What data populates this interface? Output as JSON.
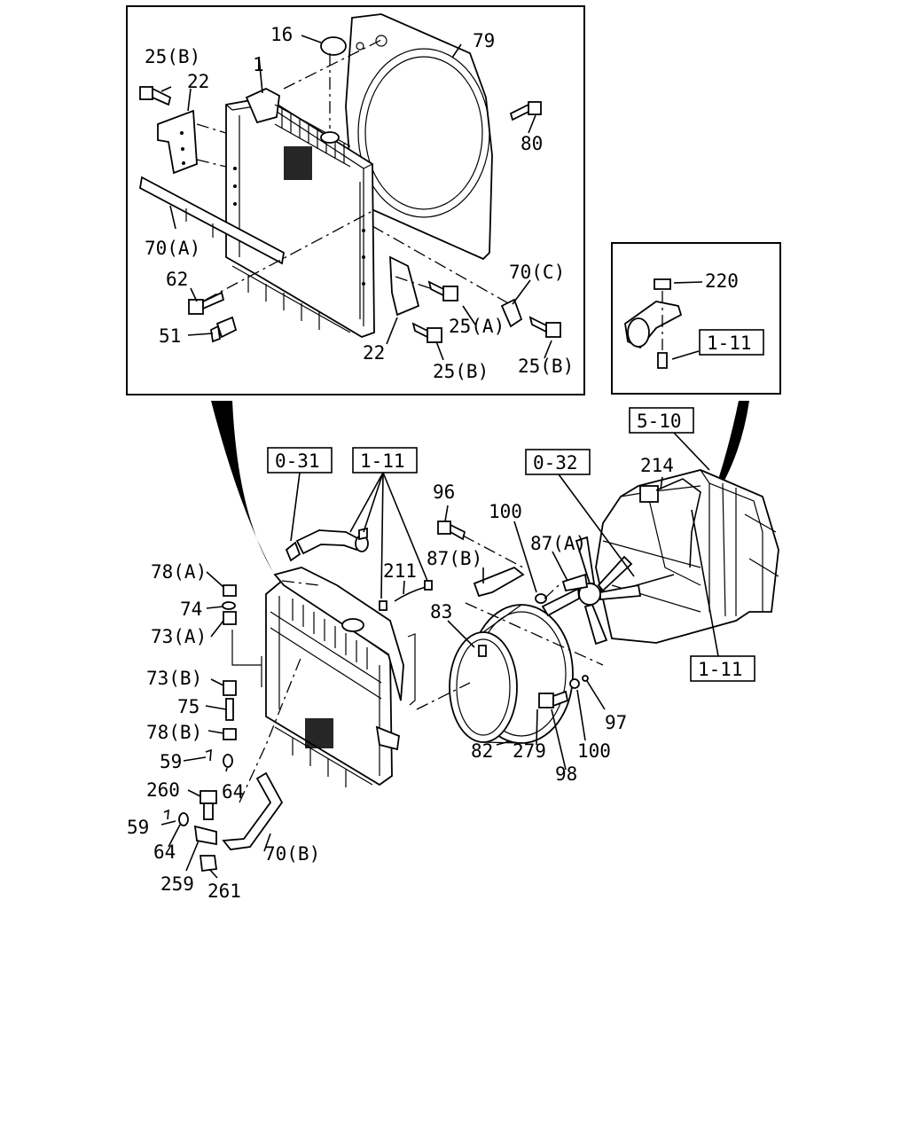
{
  "diagram": {
    "inset_top": {
      "labels": {
        "p16": "16",
        "p79": "79",
        "p25b_top": "25(B)",
        "p22_top": "22",
        "p1": "1",
        "p80": "80",
        "p70a": "70(A)",
        "p62": "62",
        "p70c": "70(C)",
        "p51": "51",
        "p25a": "25(A)",
        "p22_bottom": "22",
        "p25b_mid": "25(B)",
        "p25b_right": "25(B)"
      }
    },
    "inset_right": {
      "labels": {
        "p220": "220"
      },
      "refs": {
        "r1_11": "1-11"
      }
    },
    "main": {
      "refs": {
        "r0_31": "0-31",
        "r1_11_top": "1-11",
        "r0_32": "0-32",
        "r5_10": "5-10",
        "r1_11_right": "1-11"
      },
      "labels": {
        "p214": "214",
        "p96": "96",
        "p100_top": "100",
        "p87a": "87(A)",
        "p87b": "87(B)",
        "p211": "211",
        "p78a": "78(A)",
        "p74": "74",
        "p73a": "73(A)",
        "p83": "83",
        "p73b": "73(B)",
        "p75": "75",
        "p78b": "78(B)",
        "p59_top": "59",
        "p64_top": "64",
        "p260": "260",
        "p59_bottom": "59",
        "p64_bottom": "64",
        "p70b": "70(B)",
        "p259": "259",
        "p261": "261",
        "p97": "97",
        "p82": "82",
        "p279": "279",
        "p100_bottom": "100",
        "p98": "98"
      }
    }
  }
}
